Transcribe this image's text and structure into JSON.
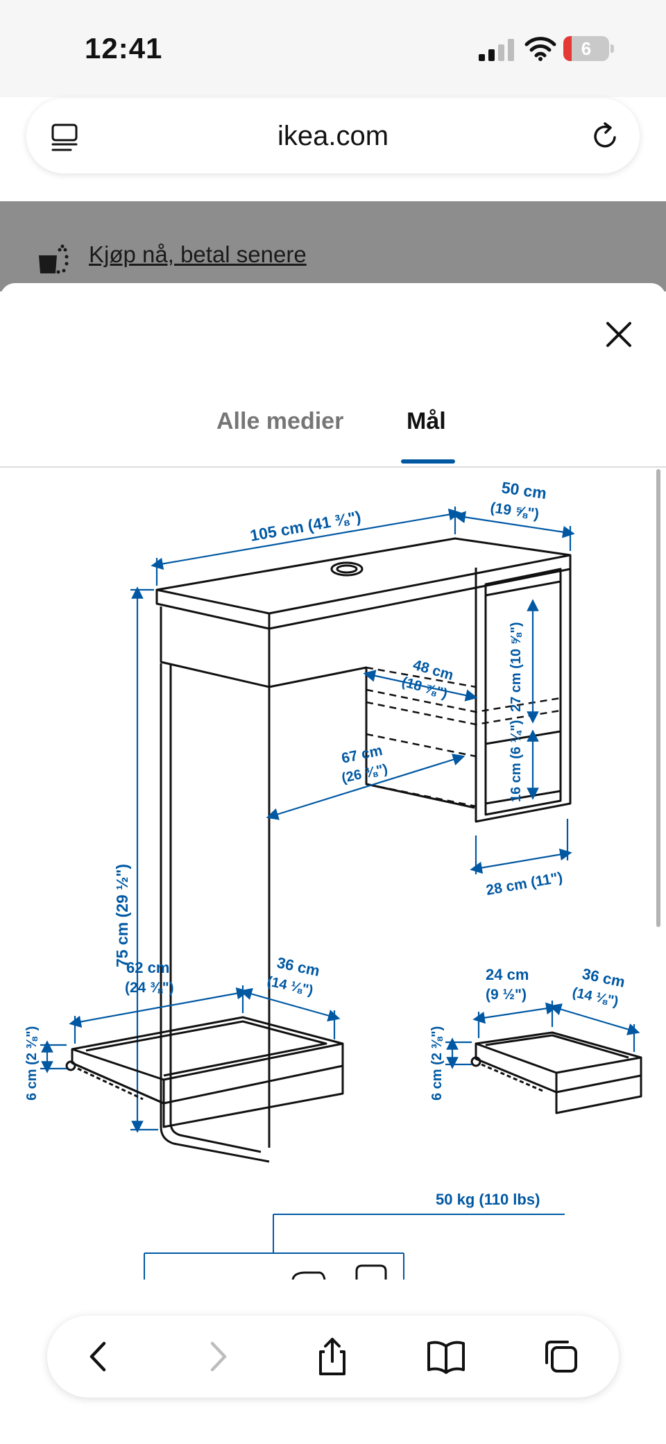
{
  "status_bar": {
    "time": "12:41",
    "battery": "6"
  },
  "browser": {
    "url": "ikea.com"
  },
  "banner": {
    "text": "Kjøp nå, betal senere"
  },
  "modal": {
    "tabs": [
      {
        "label": "Alle medier",
        "active": false
      },
      {
        "label": "Mål",
        "active": true
      }
    ]
  },
  "dimensions": {
    "desk_width": "105 cm (41 ⅜\")",
    "desk_depth_cm": "50 cm",
    "desk_depth_in": "(19 ⅝\")",
    "desk_height": "75 cm (29 ½\")",
    "shelf_depth_cm": "48 cm",
    "shelf_depth_in": "(18 ⅞\")",
    "knee_width_cm": "67 cm",
    "knee_width_in": "(26 ⅜\")",
    "upper_comp_height": "27 cm (10 ⅝\")",
    "lower_comp_height": "16 cm (6 ¼\")",
    "side_width": "28 cm (11\")",
    "large_drawer_width_cm": "62 cm",
    "large_drawer_width_in": "(24 ⅜\")",
    "large_drawer_depth_cm": "36 cm",
    "large_drawer_depth_in": "(14 ⅛\")",
    "large_drawer_height": "6 cm (2 ⅜\")",
    "small_drawer_width_cm": "24 cm",
    "small_drawer_width_in": "(9 ½\")",
    "small_drawer_depth_cm": "36 cm",
    "small_drawer_depth_in": "(14 ⅛\")",
    "small_drawer_height": "6 cm (2 ⅜\")",
    "max_load": "50 kg (110 lbs)"
  },
  "colors": {
    "dimension_blue": "#0058a3",
    "tab_indicator": "#0058a3"
  }
}
